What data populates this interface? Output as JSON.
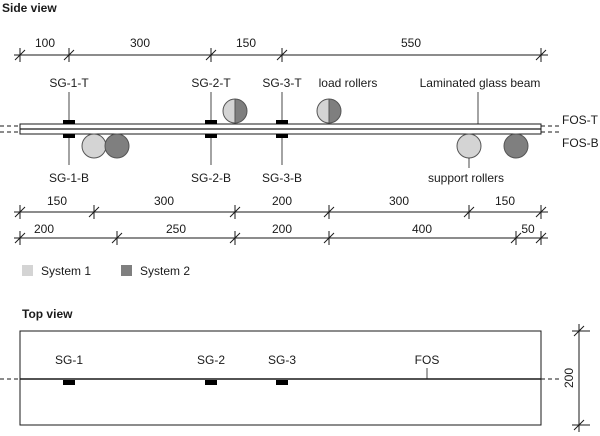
{
  "side_view": {
    "heading": "Side view",
    "top_dims": [
      "100",
      "300",
      "150",
      "550"
    ],
    "gauges_top": [
      "SG-1-T",
      "SG-2-T",
      "SG-3-T"
    ],
    "gauges_bottom": [
      "SG-1-B",
      "SG-2-B",
      "SG-3-B"
    ],
    "load_rollers_label": "load rollers",
    "beam_label": "Laminated glass beam",
    "fos_top_label": "FOS-T",
    "fos_bottom_label": "FOS-B",
    "support_rollers_label": "support rollers",
    "system1_dims": [
      "150",
      "300",
      "200",
      "300",
      "150"
    ],
    "system2_dims": [
      "200",
      "250",
      "200",
      "400",
      "50"
    ]
  },
  "legend": {
    "system1": "System 1",
    "system2": "System 2",
    "system1_color": "#d4d4d4",
    "system2_color": "#7f7f7f"
  },
  "top_view": {
    "heading": "Top view",
    "gauges": [
      "SG-1",
      "SG-2",
      "SG-3"
    ],
    "fos_label": "FOS",
    "width_dim": "200"
  }
}
